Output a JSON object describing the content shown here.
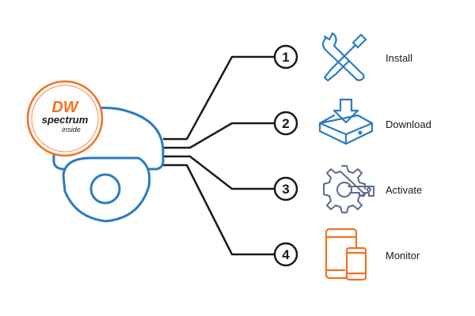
{
  "badge": {
    "brand_top": "DW",
    "brand_name": "spectrum",
    "brand_sub": "inside",
    "color": "#f37021"
  },
  "camera": {
    "color": "#2b7bc0"
  },
  "steps": [
    {
      "number": "1",
      "label": "Install",
      "icon": "wrench-screwdriver-icon",
      "color": "#2b7bc0"
    },
    {
      "number": "2",
      "label": "Download",
      "icon": "download-box-icon",
      "color": "#2b7bc0"
    },
    {
      "number": "3",
      "label": "Activate",
      "icon": "gear-key-icon",
      "color": "#5a6e88"
    },
    {
      "number": "4",
      "label": "Monitor",
      "icon": "tablet-phone-icon",
      "color": "#f37021"
    }
  ]
}
